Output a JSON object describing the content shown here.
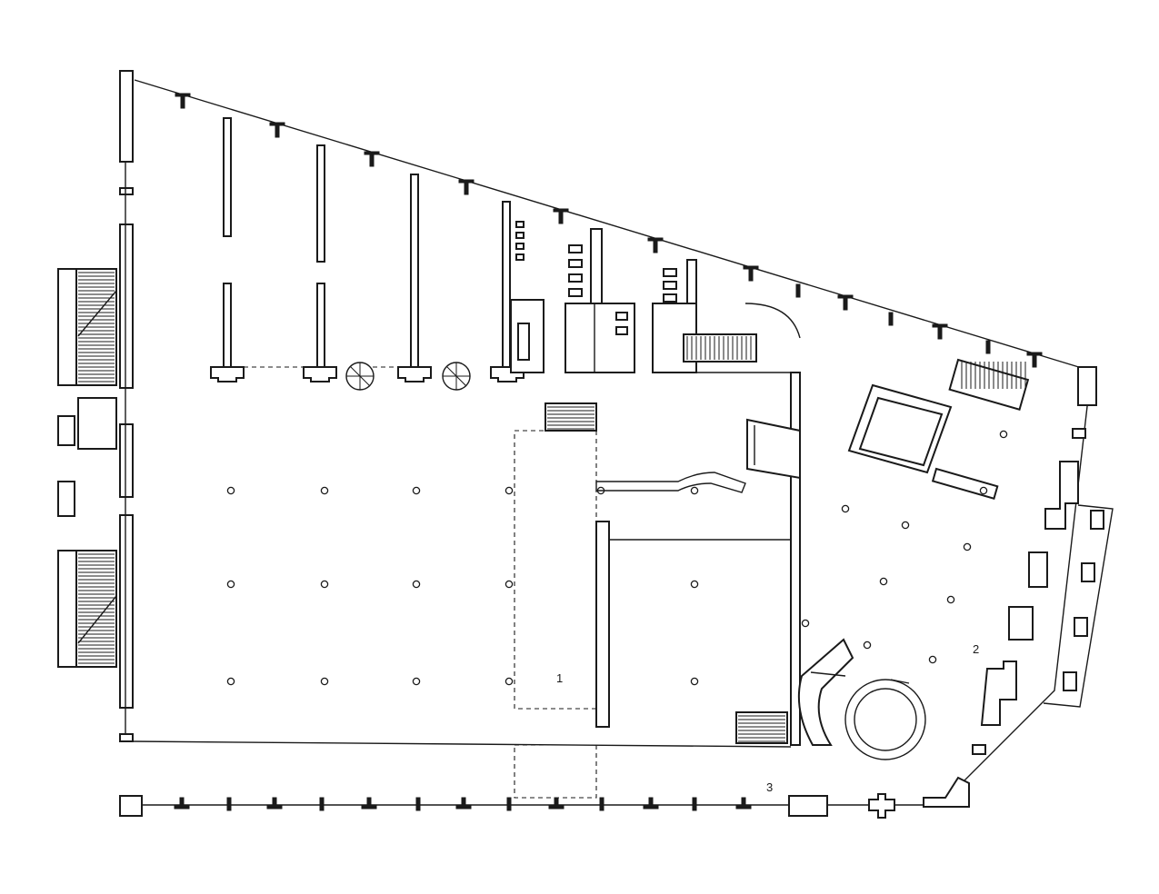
{
  "labels": {
    "area_1": "1",
    "area_2": "2",
    "area_3": "3"
  },
  "colors": {
    "ink": "#1a1a1a",
    "paper": "#ffffff"
  }
}
